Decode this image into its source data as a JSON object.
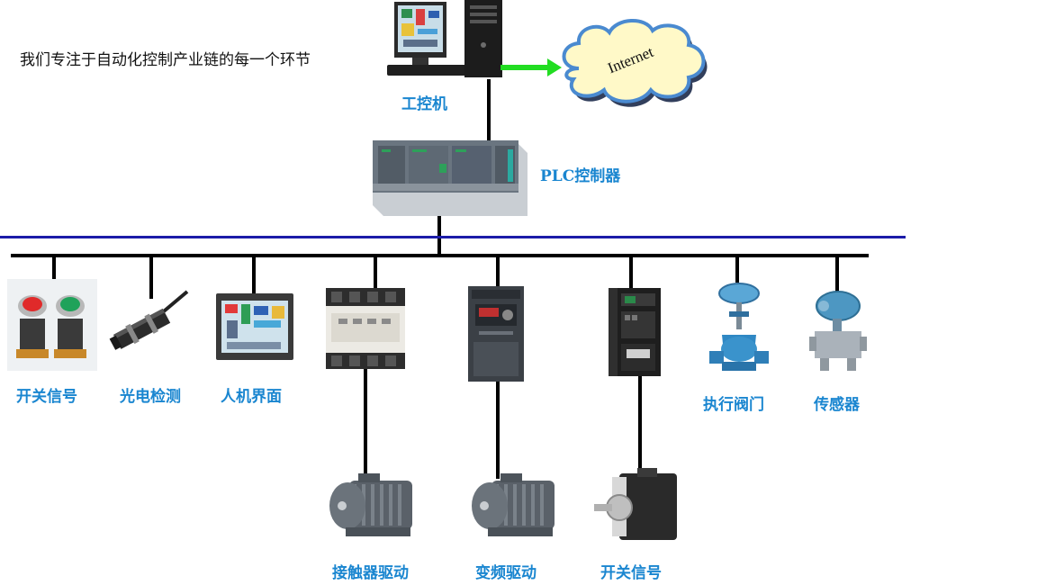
{
  "tagline": "我们专注于自动化控制产业链的每一个环节",
  "nodes": {
    "ipc": "工控机",
    "internet": "Internet",
    "plc": "PLC控制器",
    "switch_signal": "开关信号",
    "photo_detect": "光电检测",
    "hmi": "人机界面",
    "actuator_valve": "执行阀门",
    "sensor": "传感器",
    "contactor_drive": "接触器驱动",
    "vfd_drive": "变频驱动",
    "servo_signal": "开关信号"
  },
  "colors": {
    "label": "#1a86d0",
    "fieldbus": "#1c1ca8",
    "arrow": "#22dd22",
    "wire": "#000000"
  },
  "icons": [
    "computer-icon",
    "cloud-icon",
    "plc-icon",
    "pushbutton-icon",
    "photoelectric-sensor-icon",
    "hmi-panel-icon",
    "contactor-icon",
    "inverter-icon",
    "servo-driver-icon",
    "control-valve-icon",
    "pressure-transmitter-icon",
    "motor-icon",
    "servo-motor-icon"
  ]
}
